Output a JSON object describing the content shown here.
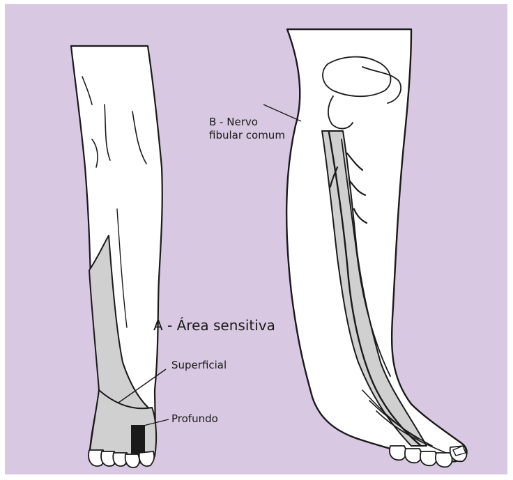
{
  "colors": {
    "background": "#d8c8e2",
    "nerve_fill": "#d2d2d2",
    "outline": "#1a1a1a",
    "skin": "#ffffff"
  },
  "labels": {
    "area_title": "A - Área sensitiva",
    "superficial": "Superficial",
    "profundo": "Profundo",
    "nerve_line1": "B - Nervo",
    "nerve_line2": "fibular comum"
  }
}
